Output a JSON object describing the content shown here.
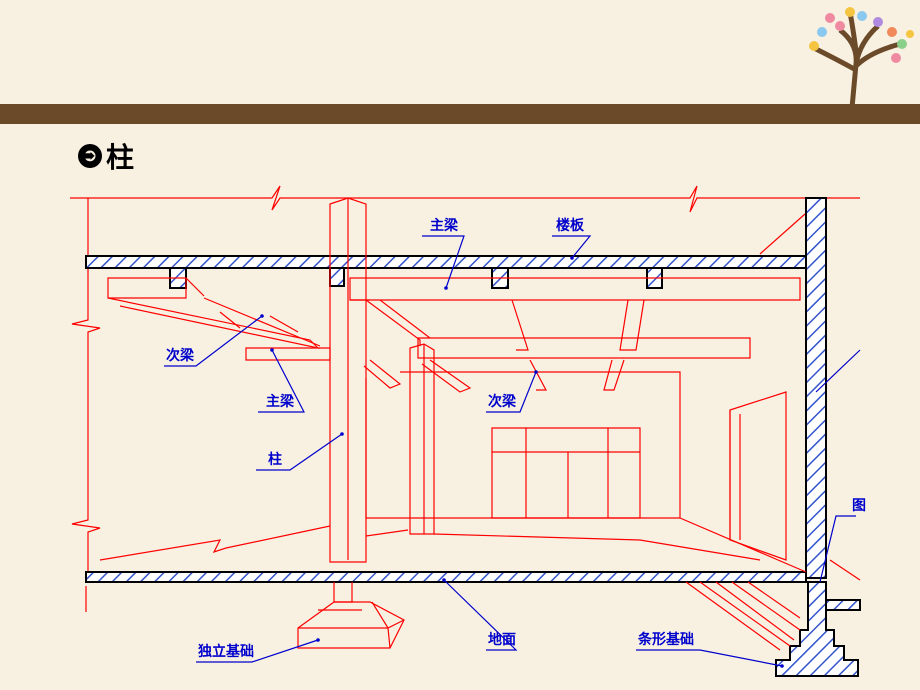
{
  "title": "柱",
  "labels": {
    "main_beam_top": "主梁",
    "floor_slab": "楼板",
    "secondary_beam_left": "次梁",
    "main_beam_left": "主梁",
    "secondary_beam_mid": "次梁",
    "column": "柱",
    "isolated_foundation": "独立基础",
    "ground": "地面",
    "strip_foundation": "条形基础",
    "right_partial": "图"
  },
  "colors": {
    "background": "#f8f1e2",
    "band": "#6b4a2a",
    "structure": "#ff0000",
    "annotation": "#0000cc",
    "hatch_fill": "#3355cc"
  }
}
